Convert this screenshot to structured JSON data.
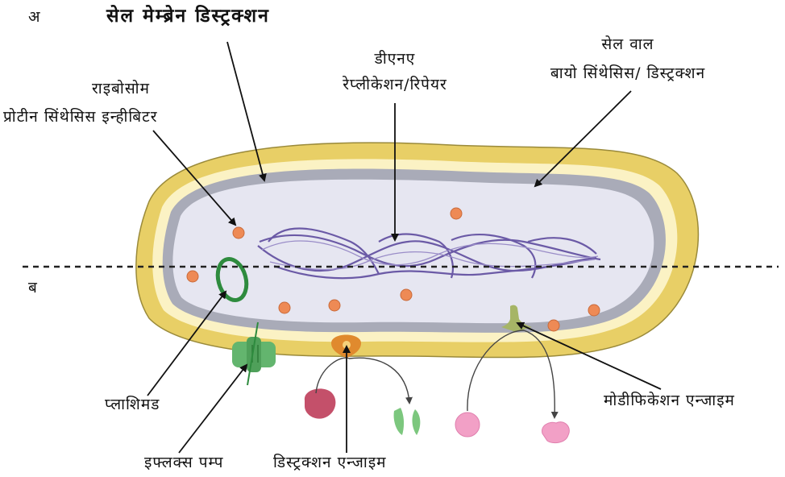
{
  "labels": {
    "part_a": "अ",
    "part_b": "ब",
    "cell_membrane": "सेल मेम्ब्रेन डिस्ट्रक्शन",
    "dna_line1": "डीएनए",
    "dna_line2": "रेप्लीकेशन/रिपेयर",
    "cell_wall_line1": "सेल वाल",
    "cell_wall_line2": "बायो सिंथेसिस/ डिस्ट्रक्शन",
    "ribosome_line1": "राइबोसोम",
    "ribosome_line2": "प्रोटीन सिंथेसिस इन्हीबिटर",
    "plasmid": "प्लाशिमड",
    "modification_enzyme": "मोडीफिकेशन एन्जाइम",
    "efflux_pump": "इफ्लक्स पम्प",
    "destruction_enzyme": "डिस्ट्रक्शन एन्जाइम"
  },
  "colors": {
    "cell_wall_outer": "#E8CF66",
    "cell_wall_inner": "#FBF2C4",
    "membrane": "#A9ABB8",
    "cytoplasm": "#E6E6F1",
    "dna": "#6B5AA6",
    "ribosome": "#EE8A55",
    "plasmid": "#2E8B3E",
    "efflux_pump": "#63B56E",
    "destruction_enzyme": "#E08A2E",
    "antibiotic_red": "#C4506A",
    "antibiotic_green": "#7CC77E",
    "modification_enzyme": "#A6B566",
    "modified_pink": "#F2A0C6"
  }
}
